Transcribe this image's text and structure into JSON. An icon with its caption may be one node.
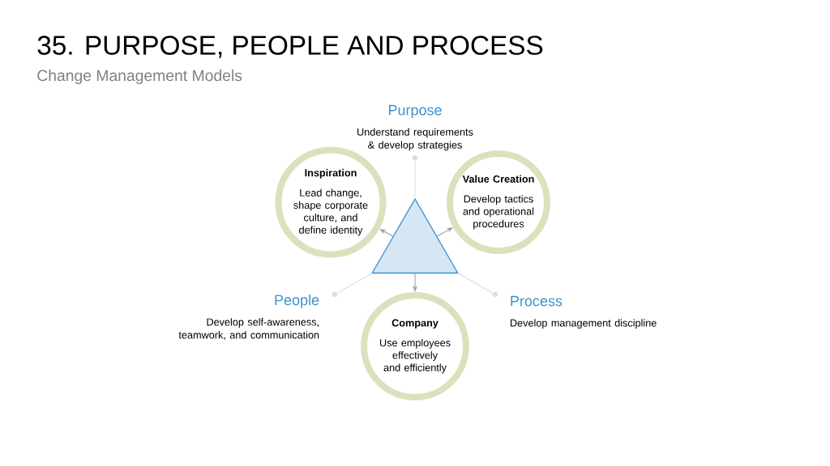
{
  "diagram": {
    "title": "35. PURPOSE, PEOPLE AND PROCESS",
    "caption": "Change Management Models",
    "nodes": [
      {
        "text": [],
        "shape": "triangle"
      },
      {
        "text": [
          "Inspiration",
          "Lead change, shape corporate culture, and define identity"
        ]
      },
      {
        "text": [
          "Value Creation",
          "Develop tactics and operational procedures"
        ]
      },
      {
        "text": [
          "Company",
          "Use employees effectively and efficiently"
        ]
      },
      {
        "text": [
          "Purpose",
          "Understand requirements & develop strategies"
        ]
      },
      {
        "text": [
          "People",
          "Develop self-awareness, teamwork, and communication"
        ]
      },
      {
        "text": [
          "Process",
          "Develop management discipline"
        ]
      },
      {
        "text": [],
        "shape": "circle"
      },
      {
        "text": [],
        "shape": "circle"
      },
      {
        "text": [],
        "shape": "circle"
      }
    ],
    "edges": [
      {
        "from": 0,
        "to": 1,
        "arrow": "to",
        "color": "#9a9a9a"
      },
      {
        "from": 0,
        "to": 2,
        "arrow": "to",
        "color": "#9a9a9a"
      },
      {
        "from": 0,
        "to": 3,
        "arrow": "to",
        "color": "#9a9a9a"
      },
      {
        "from": 0,
        "to": 7,
        "arrow": "none",
        "color": "#cfe0f0"
      },
      {
        "from": 0,
        "to": 8,
        "arrow": "none",
        "color": "#cfe0f0"
      },
      {
        "from": 0,
        "to": 9,
        "arrow": "none",
        "color": "#cfe0f0"
      }
    ]
  }
}
